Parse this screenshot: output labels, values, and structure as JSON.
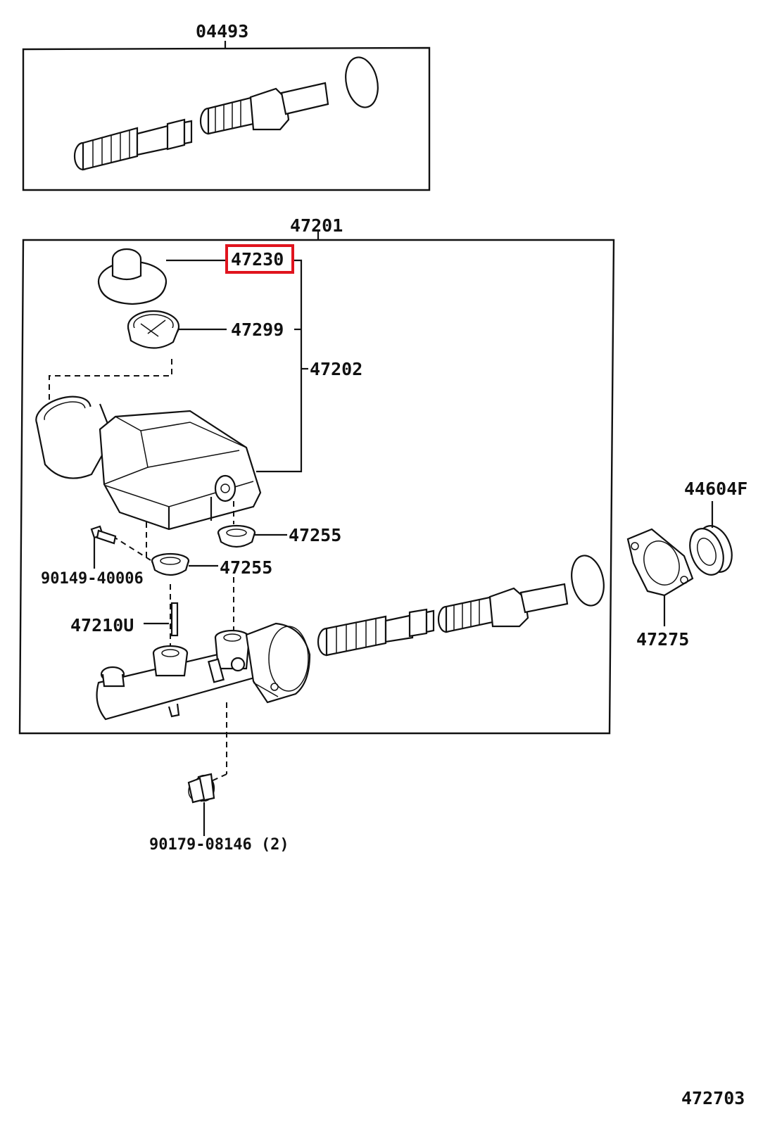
{
  "callouts": {
    "kit_04493": "04493",
    "assy_47201": "47201",
    "cap_47230": "47230",
    "strainer_47299": "47299",
    "reservoir_47202": "47202",
    "grommet_47255_a": "47255",
    "grommet_47255_b": "47255",
    "screw_90149": "90149-40006",
    "pin_47210U": "47210U",
    "seal_44604F": "44604F",
    "gasket_47275": "47275",
    "nut_90179": "90179-08146 (2)"
  },
  "diagram_code": "472703",
  "colors": {
    "line": "#111111",
    "highlight": "#e0141e",
    "background": "#ffffff"
  }
}
